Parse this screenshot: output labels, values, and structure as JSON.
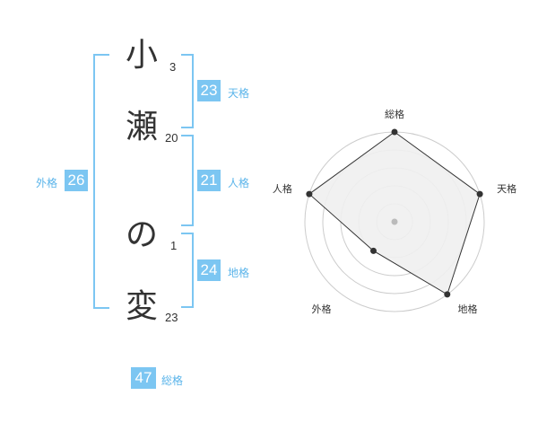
{
  "name": {
    "chars": [
      {
        "char": "小",
        "strokes": "3"
      },
      {
        "char": "瀬",
        "strokes": "20"
      },
      {
        "char": "の",
        "strokes": "1"
      },
      {
        "char": "変",
        "strokes": "23"
      }
    ]
  },
  "kakusu": {
    "tenkaku": {
      "value": "23",
      "label": "天格"
    },
    "jinkaku": {
      "value": "21",
      "label": "人格"
    },
    "chikaku": {
      "value": "24",
      "label": "地格"
    },
    "gaikaku": {
      "value": "26",
      "label": "外格"
    },
    "soukaku": {
      "value": "47",
      "label": "総格"
    }
  },
  "colors": {
    "accent": "#7cc6f2",
    "accent_text": "#5ab4ea",
    "radar_fill": "#f0f0f0",
    "ring": "#cccccc"
  },
  "chart_data": {
    "type": "radar",
    "axes": [
      "総格",
      "天格",
      "地格",
      "外格",
      "人格"
    ],
    "scale_max": 5,
    "rings": 5,
    "values": [
      5,
      5,
      5,
      2,
      5
    ]
  }
}
